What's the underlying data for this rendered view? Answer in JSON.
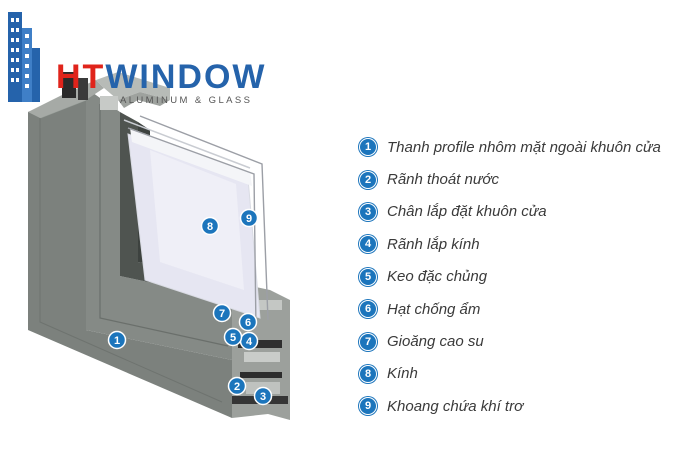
{
  "logo": {
    "brand_prefix": "HT",
    "brand_name": "WINDOW",
    "tagline": "ALUMINUM & GLASS"
  },
  "colors": {
    "badge": "#1c75bc",
    "frame": "#7c817d",
    "brand_red": "#e0241b",
    "brand_blue": "#2563ab"
  },
  "callouts": [
    "1",
    "2",
    "3",
    "4",
    "5",
    "6",
    "7",
    "8",
    "9"
  ],
  "legend": [
    {
      "number": "1",
      "label": "Thanh profile nhôm mặt ngoài khuôn cửa"
    },
    {
      "number": "2",
      "label": "Rãnh thoát nước"
    },
    {
      "number": "3",
      "label": "Chân lắp đặt khuôn cửa"
    },
    {
      "number": "4",
      "label": "Rãnh lắp kính"
    },
    {
      "number": "5",
      "label": "Keo đặc chủng"
    },
    {
      "number": "6",
      "label": "Hạt chống ẩm"
    },
    {
      "number": "7",
      "label": "Gioăng cao su"
    },
    {
      "number": "8",
      "label": "Kính"
    },
    {
      "number": "9",
      "label": "Khoang chứa khí trơ"
    }
  ]
}
